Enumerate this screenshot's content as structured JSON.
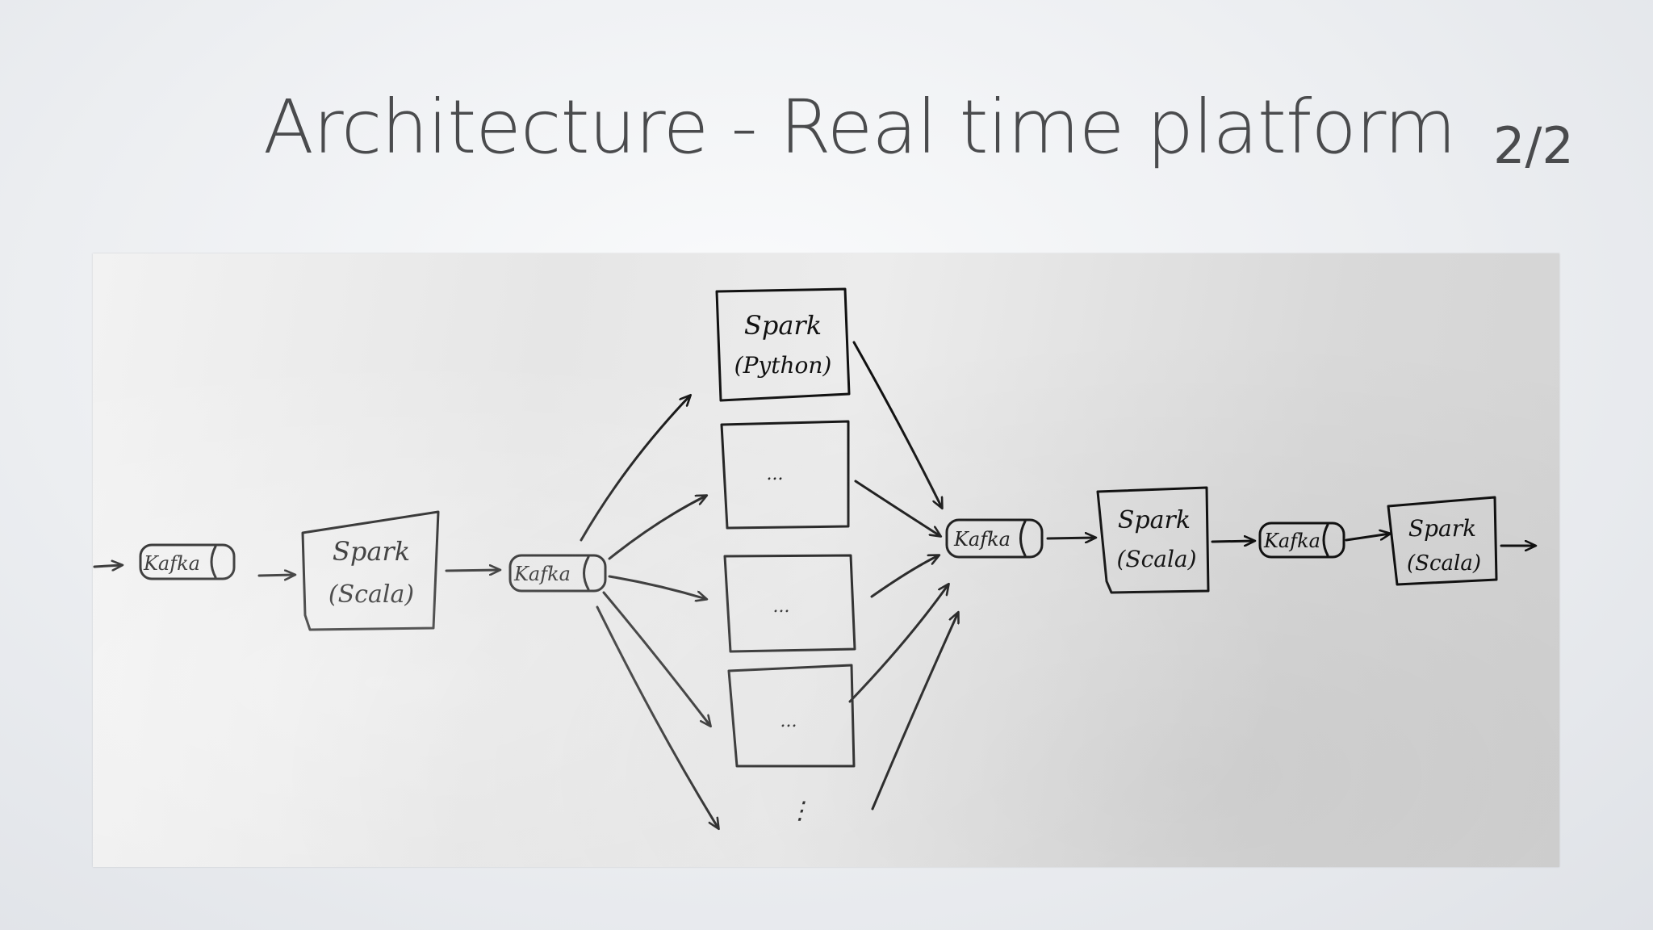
{
  "slide": {
    "title": "Architecture - Real time platform",
    "page_number": "2/2"
  },
  "diagram": {
    "kafka_label": "Kafka",
    "spark_label": "Spark",
    "scala_label": "(Scala)",
    "python_label": "(Python)",
    "placeholder_label": "...",
    "continuation_mark": "⋮"
  }
}
